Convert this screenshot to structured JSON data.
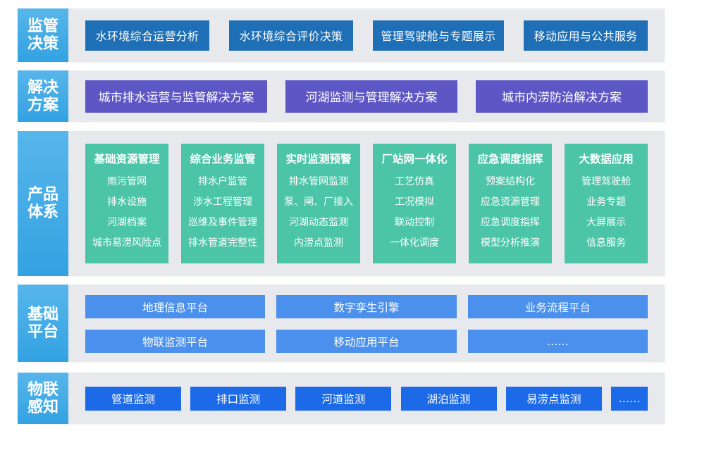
{
  "rows": [
    {
      "label": "监管决策",
      "items": [
        "水环境综合运营分析",
        "水环境综合评价决策",
        "管理驾驶舱与专题展示",
        "移动应用与公共服务"
      ]
    },
    {
      "label": "解决方案",
      "items": [
        "城市排水运营与监管解决方案",
        "河湖监测与管理解决方案",
        "城市内涝防治解决方案"
      ]
    },
    {
      "label": "产品体系",
      "cards": [
        {
          "title": "基础资源管理",
          "items": [
            "雨污管网",
            "排水设施",
            "河湖档案",
            "城市易涝风险点"
          ]
        },
        {
          "title": "综合业务监管",
          "items": [
            "排水户监管",
            "涉水工程管理",
            "巡维及事件管理",
            "排水管道完整性"
          ]
        },
        {
          "title": "实时监测预警",
          "items": [
            "排水管网监测",
            "泵、闸、厂接入",
            "河湖动态监测",
            "内涝点监测"
          ]
        },
        {
          "title": "厂站网一体化",
          "items": [
            "工艺仿真",
            "工况模拟",
            "联动控制",
            "一体化调度"
          ]
        },
        {
          "title": "应急调度指挥",
          "items": [
            "预案结构化",
            "应急资源管理",
            "应急调度指挥",
            "模型分析推演"
          ]
        },
        {
          "title": "大数据应用",
          "items": [
            "管理驾驶舱",
            "业务专题",
            "大屏展示",
            "信息服务"
          ]
        }
      ]
    },
    {
      "label": "基础平台",
      "items": [
        "地理信息平台",
        "数字孪生引擎",
        "业务流程平台",
        "物联监测平台",
        "移动应用平台",
        "……"
      ]
    },
    {
      "label": "物联感知",
      "items": [
        "管道监测",
        "排口监测",
        "河道监测",
        "湖泊监测",
        "易涝点监测",
        "……"
      ]
    }
  ],
  "colors": {
    "label_bg": "#3aa6e4",
    "row_bg": "#e7e9ed",
    "decision_bg": "#1f6fb6",
    "solution_bg": "#5d57c5",
    "product_bg": "#4cc4a7",
    "platform_bg": "#4a90ec",
    "iot_bg": "#1c6ae8"
  }
}
